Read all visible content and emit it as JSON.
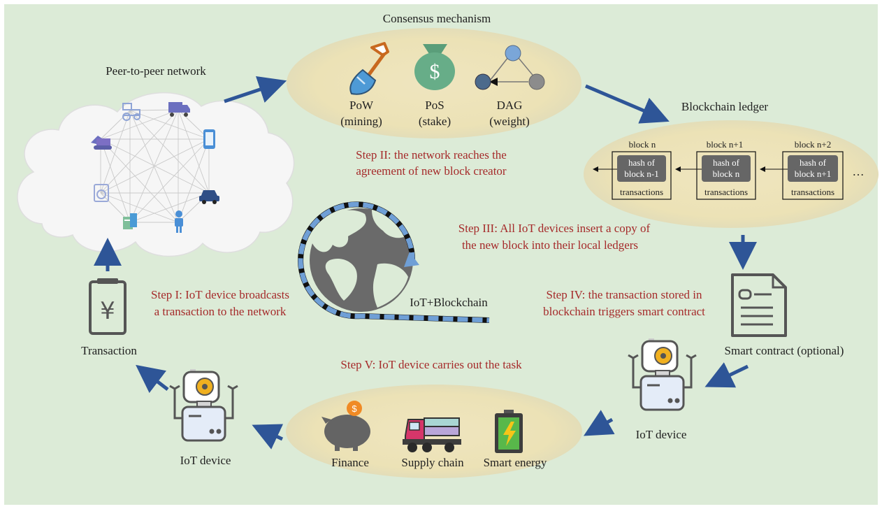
{
  "colors": {
    "background": "#dcebd7",
    "ellipse": "#ede3bb",
    "step_text": "#a52a2a",
    "arrow": "#2e5597",
    "dashed_ring": "#6f9fd6"
  },
  "consensus": {
    "title": "Consensus mechanism",
    "items": [
      {
        "line1": "PoW",
        "line2": "(mining)",
        "icon": "shovel-icon"
      },
      {
        "line1": "PoS",
        "line2": "(stake)",
        "icon": "money-bag-icon"
      },
      {
        "line1": "DAG",
        "line2": "(weight)",
        "icon": "dag-graph-icon"
      }
    ],
    "bag_symbol": "$"
  },
  "network": {
    "title": "Peer-to-peer network",
    "device_icons": [
      "tractor-icon",
      "truck-icon",
      "phone-icon",
      "car-icon",
      "person-icon",
      "card-terminal-icon",
      "washing-machine-icon",
      "excavator-icon"
    ]
  },
  "ledger": {
    "title": "Blockchain ledger",
    "blocks": [
      {
        "header": "block n",
        "hash_line1": "hash of",
        "hash_line2": "block n-1",
        "footer": "transactions"
      },
      {
        "header": "block n+1",
        "hash_line1": "hash of",
        "hash_line2": "block n",
        "footer": "transactions"
      },
      {
        "header": "block n+2",
        "hash_line1": "hash of",
        "hash_line2": "block n+1",
        "footer": "transactions"
      }
    ],
    "ellipsis": "…"
  },
  "steps": {
    "step1": {
      "line1": "Step I: IoT device broadcasts",
      "line2": "a transaction to the network"
    },
    "step2": {
      "line1": "Step II: the network reaches the",
      "line2": "agreement of new block creator"
    },
    "step3": {
      "line1": "Step III: All IoT devices insert a copy of",
      "line2": "the new block into their local ledgers"
    },
    "step4": {
      "line1": "Step IV: the transaction stored in",
      "line2": "blockchain triggers smart contract"
    },
    "step5": {
      "line1": "Step V: IoT device carries out the task"
    }
  },
  "globe_label": "IoT+Blockchain",
  "transaction": {
    "label": "Transaction",
    "symbol": "¥"
  },
  "smart_contract": {
    "label": "Smart contract (optional)"
  },
  "iot_left": {
    "label": "IoT device"
  },
  "iot_right": {
    "label": "IoT device"
  },
  "applications": [
    {
      "label": "Finance",
      "icon": "piggy-bank-icon",
      "coin_symbol": "$"
    },
    {
      "label": "Supply chain",
      "icon": "truck-icon"
    },
    {
      "label": "Smart energy",
      "icon": "battery-icon"
    }
  ]
}
